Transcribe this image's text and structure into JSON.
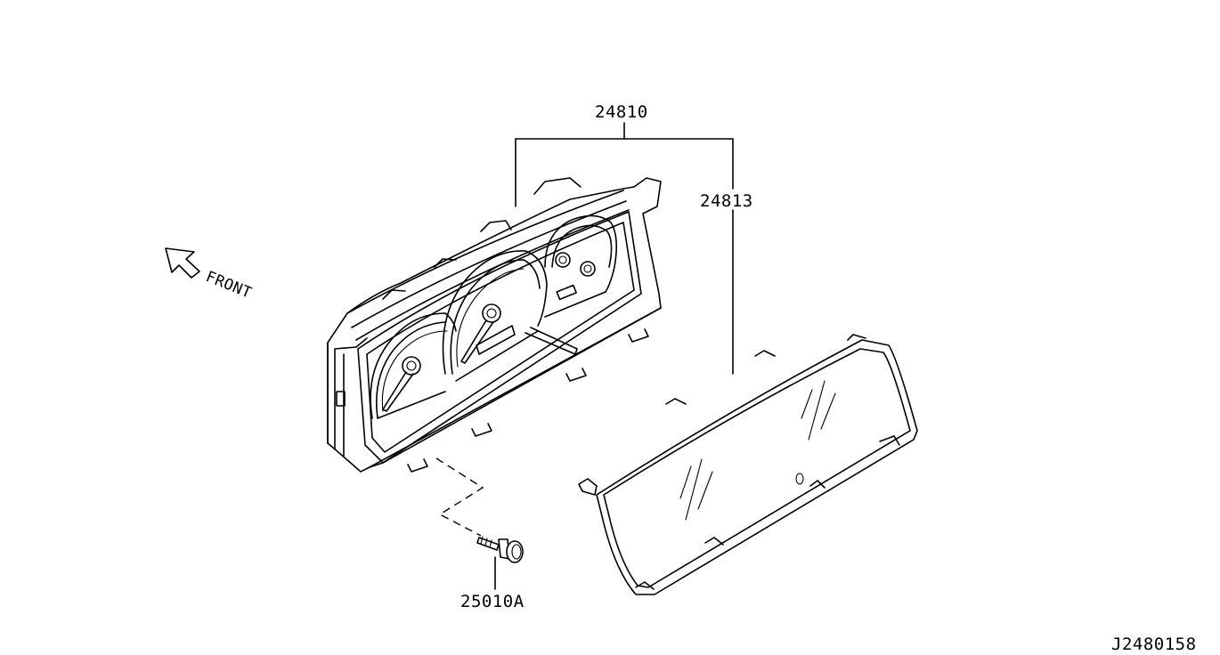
{
  "labels": {
    "cluster_assembly": "24810",
    "cluster_lens": "24813",
    "screw": "25010A",
    "front": "FRONT",
    "diagram_id": "J2480158"
  }
}
